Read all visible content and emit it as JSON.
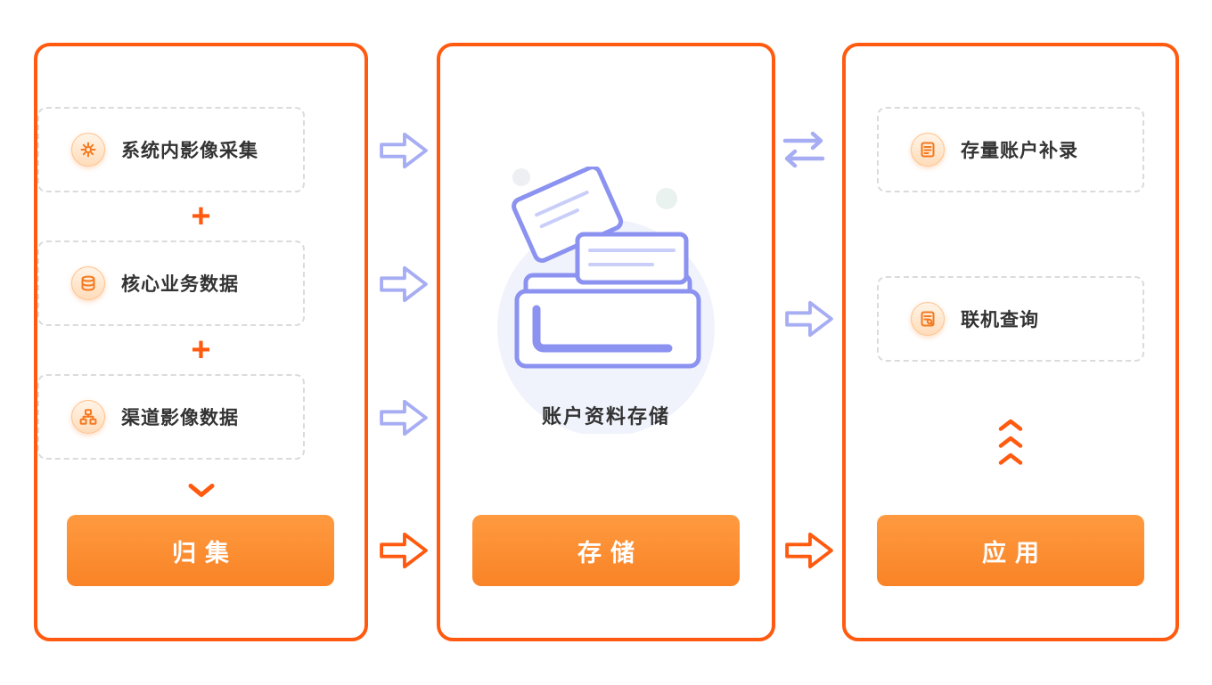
{
  "diagram": {
    "collect": {
      "items": [
        {
          "label": "系统内影像采集",
          "icon": "gear-icon"
        },
        {
          "label": "核心业务数据",
          "icon": "database-icon"
        },
        {
          "label": "渠道影像数据",
          "icon": "sitemap-icon"
        }
      ],
      "plus_symbol": "+",
      "button_label": "归集"
    },
    "store": {
      "illustration": "folder-with-documents",
      "caption": "账户资料存储",
      "button_label": "存储"
    },
    "apply": {
      "items": [
        {
          "label": "存量账户补录",
          "icon": "document-icon"
        },
        {
          "label": "联机查询",
          "icon": "query-document-icon"
        }
      ],
      "button_label": "应用"
    },
    "colors": {
      "panel_border": "#FF5A0F",
      "accent_orange": "#FF5A0F",
      "button_orange": "#F98326",
      "arrow_purple": "#A6ADF3",
      "illustration_purple": "#8B92F0"
    }
  }
}
